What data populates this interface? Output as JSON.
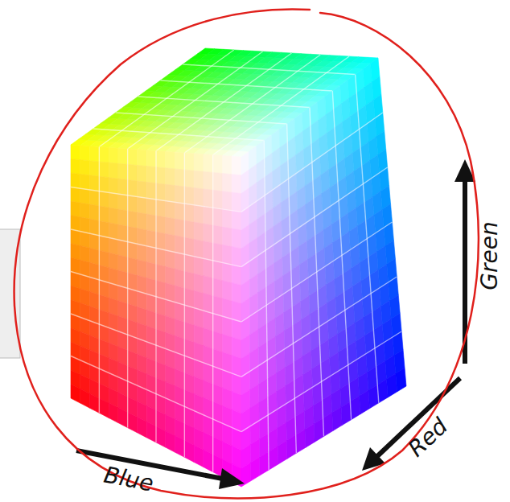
{
  "diagram": {
    "labels": [
      "Blue",
      "Red",
      "Green"
    ]
  }
}
